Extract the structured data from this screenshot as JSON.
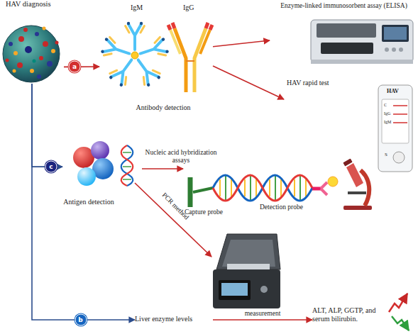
{
  "diagram": {
    "nodes": [
      {
        "text": [
          "HAV diagnosis"
        ]
      },
      {
        "text": [
          "Antibody detection"
        ]
      },
      {
        "text": [
          "Enzyme-linked immunosorbent assay (ELISA)"
        ]
      },
      {
        "text": [
          "HAV rapid test"
        ]
      },
      {
        "text": [
          "Antigen detection"
        ]
      },
      {
        "text": [
          "Capture probe",
          "Detection probe"
        ]
      },
      {
        "text": [
          "Liver enzyme levels"
        ]
      },
      {
        "text": [
          "ALT, ALP, GGTP, and serum bilirubin."
        ]
      }
    ],
    "edges": [
      {
        "from": 0,
        "to": 1,
        "arrow": "to",
        "label": "a"
      },
      {
        "from": 1,
        "to": 2,
        "arrow": "to"
      },
      {
        "from": 1,
        "to": 3,
        "arrow": "to"
      },
      {
        "from": 0,
        "to": 4,
        "arrow": "to",
        "label": "c"
      },
      {
        "from": 4,
        "to": 5,
        "arrow": "to",
        "label": "Nucleic acid hybridization assays"
      },
      {
        "from": 0,
        "to": 6,
        "arrow": "to",
        "label": "b"
      },
      {
        "from": 6,
        "to": 7,
        "arrow": "to",
        "label": "measurement"
      }
    ],
    "labels": [
      "IgM",
      "IgG",
      "HAV",
      "C",
      "IgG",
      "IgM",
      "S",
      "PCR method"
    ]
  }
}
